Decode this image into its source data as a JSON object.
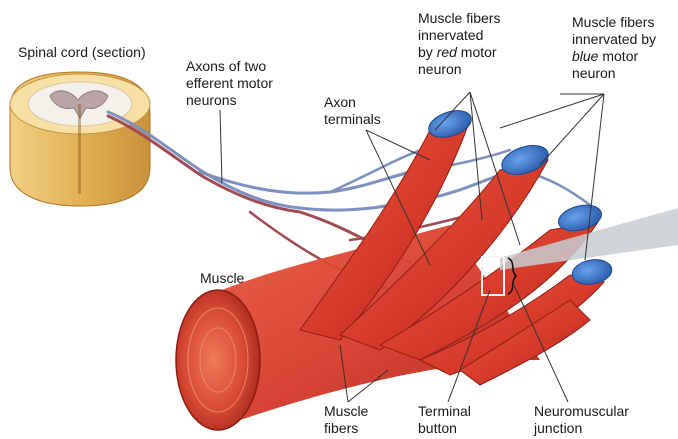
{
  "labels": {
    "spinal_cord": "Spinal cord (section)",
    "axons": [
      "Axons of two",
      "efferent motor",
      "neurons"
    ],
    "axon_terminals": [
      "Axon",
      "terminals"
    ],
    "red_fibers": {
      "line1": "Muscle fibers",
      "line2": "innervated",
      "line3_pre": "by ",
      "line3_em": "red",
      "line3_post": " motor",
      "line4": "neuron"
    },
    "blue_fibers": {
      "line1": "Muscle fibers",
      "line2": "innervated by",
      "line3_em": "blue",
      "line3_post": " motor",
      "line4": "neuron"
    },
    "muscle": "Muscle",
    "muscle_fibers": [
      "Muscle",
      "fibers"
    ],
    "terminal_button": [
      "Terminal",
      "button"
    ],
    "nmj": [
      "Neuromuscular",
      "junction"
    ]
  },
  "colors": {
    "muscle_red": "#d63a2a",
    "muscle_dark": "#9e1c14",
    "fiber_blue": "#2f6fc4",
    "nerve_blue": "#7d90c0",
    "nerve_red": "#a04a52",
    "spinal_tan": "#e6b860",
    "leader": "#333333"
  }
}
